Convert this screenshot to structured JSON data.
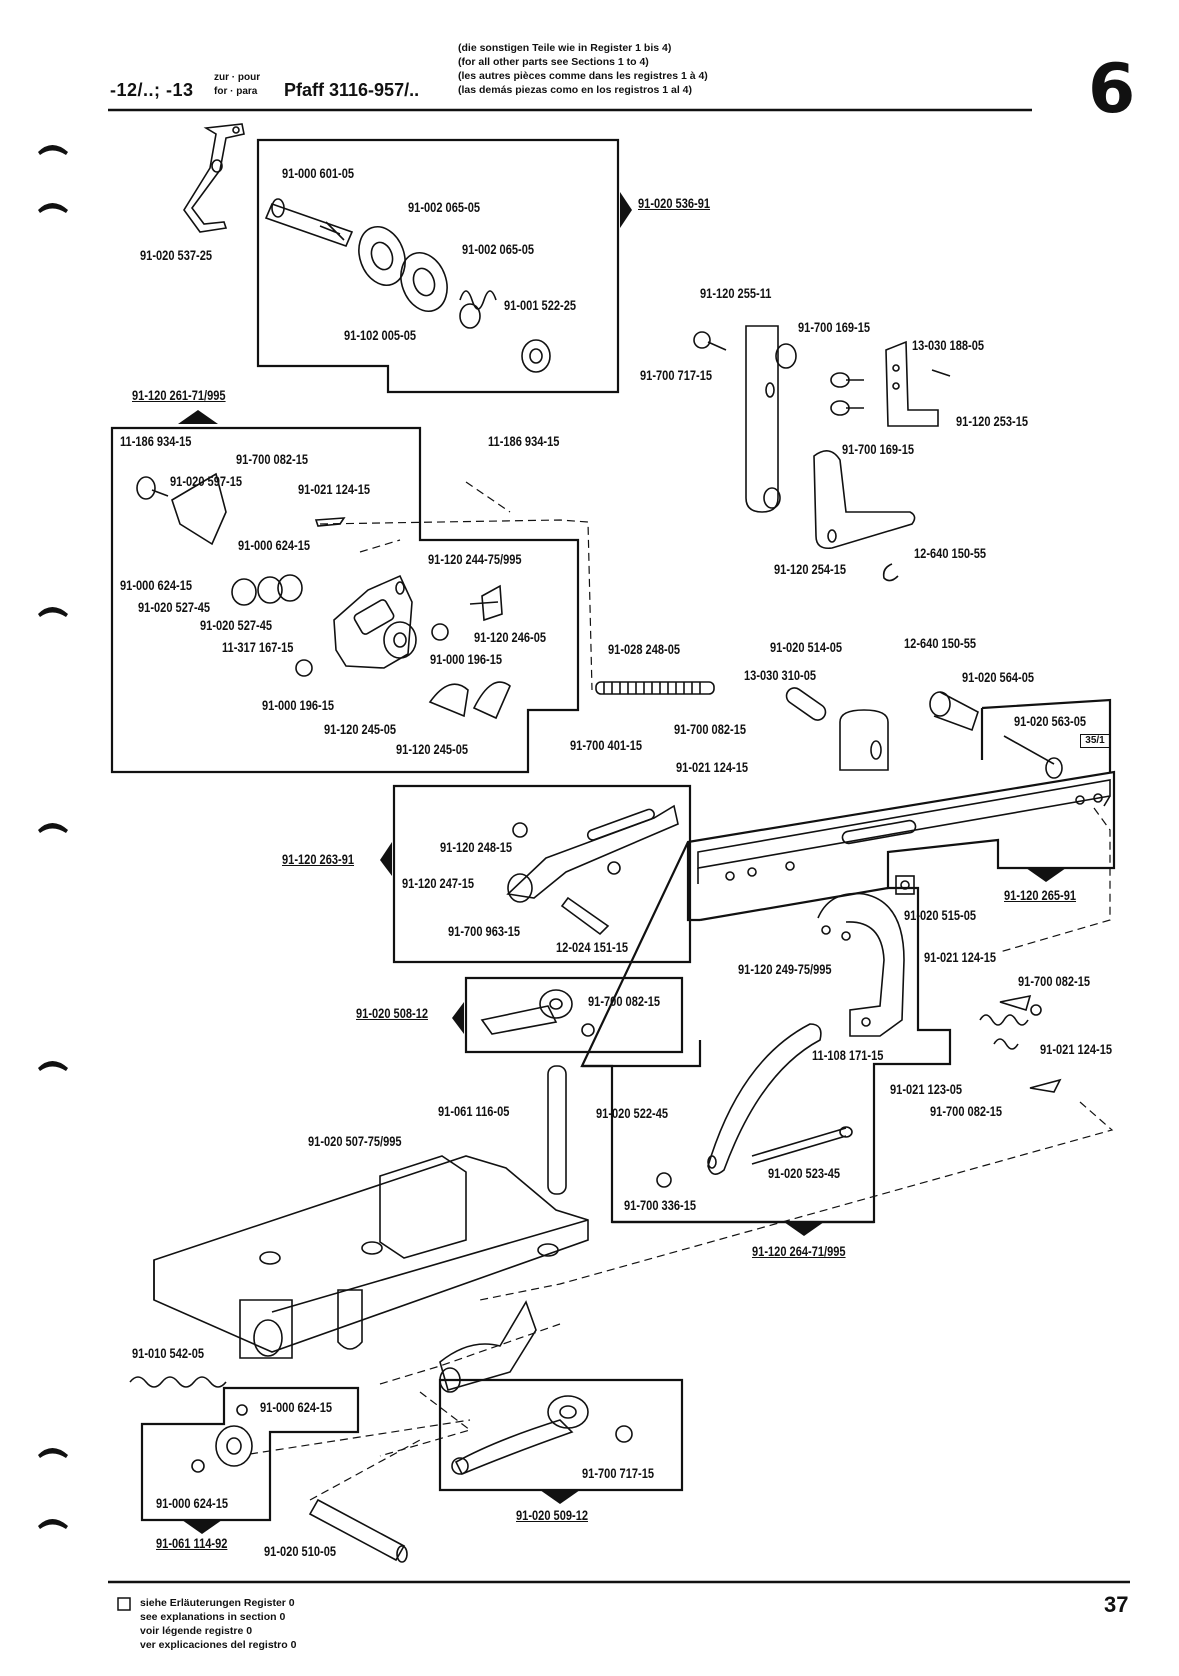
{
  "header": {
    "code": "-12/..; -13",
    "prep_de_fr": "zur · pour",
    "prep_en_es": "for · para",
    "model": "Pfaff 3116-957/..",
    "notes": [
      "(die sonstigen Teile wie in Register 1 bis 4)",
      "(for all other parts see Sections 1 to 4)",
      "(les autres pièces comme dans les registres 1 à 4)",
      "(las demás piezas como en los registros 1 al 4)"
    ],
    "section_number": "6"
  },
  "parts": {
    "p01": "91-020 537-25",
    "p02": "91-000 601-05",
    "p03": "91-002 065-05",
    "p04": "91-002 065-05",
    "p05": "91-001 522-25",
    "p06": "91-102 005-05",
    "p07": "91-020 536-91",
    "p08": "91-120 255-11",
    "p09": "91-700 169-15",
    "p10": "13-030 188-05",
    "p11": "91-700 717-15",
    "p12": "91-120 253-15",
    "p13": "91-700 169-15",
    "p14": "91-120 254-15",
    "p15": "12-640 150-55",
    "p16": "91-120 261-71/995",
    "p17": "11-186 934-15",
    "p18": "91-700 082-15",
    "p19": "91-020 597-15",
    "p20": "91-021 124-15",
    "p21": "11-186 934-15",
    "p22": "91-000 624-15",
    "p23": "91-120 244-75/995",
    "p24": "91-000 624-15",
    "p25": "91-020 527-45",
    "p26": "91-020 527-45",
    "p27": "11-317 167-15",
    "p28": "91-120 246-05",
    "p29": "91-000 196-15",
    "p30": "91-000 196-15",
    "p31": "91-120 245-05",
    "p32": "91-120 245-05",
    "p33": "91-028 248-05",
    "p34": "91-020 514-05",
    "p35": "12-640 150-55",
    "p36": "13-030 310-05",
    "p37": "91-020 564-05",
    "p38": "91-020 563-05",
    "p38_ref": "35/1",
    "p39": "91-700 082-15",
    "p40": "91-700 401-15",
    "p41": "91-021 124-15",
    "p42": "91-120 263-91",
    "p43": "91-120 248-15",
    "p44": "91-120 247-15",
    "p45": "91-700 963-15",
    "p46": "12-024 151-15",
    "p47": "91-120 265-91",
    "p48": "91-020 515-05",
    "p49": "91-120 249-75/995",
    "p50": "91-021 124-15",
    "p51": "91-700 082-15",
    "p52": "91-020 508-12",
    "p53": "91-700 082-15",
    "p54": "11-108 171-15",
    "p55": "91-021 124-15",
    "p56": "91-021 123-05",
    "p57": "91-700 082-15",
    "p58": "91-061 116-05",
    "p59": "91-020 522-45",
    "p60": "91-020 507-75/995",
    "p61": "91-020 523-45",
    "p62": "91-700 336-15",
    "p63": "91-120 264-71/995",
    "p64": "91-010 542-05",
    "p65": "91-000 624-15",
    "p66": "91-000 624-15",
    "p67": "91-700 717-15",
    "p68": "91-020 509-12",
    "p69": "91-061 114-92",
    "p70": "91-020 510-05"
  },
  "footer": {
    "notes": [
      "siehe Erläuterungen Register 0",
      "see explanations in section 0",
      "voir légende registre 0",
      "ver explicaciones del registro 0"
    ],
    "page_number": "37"
  }
}
